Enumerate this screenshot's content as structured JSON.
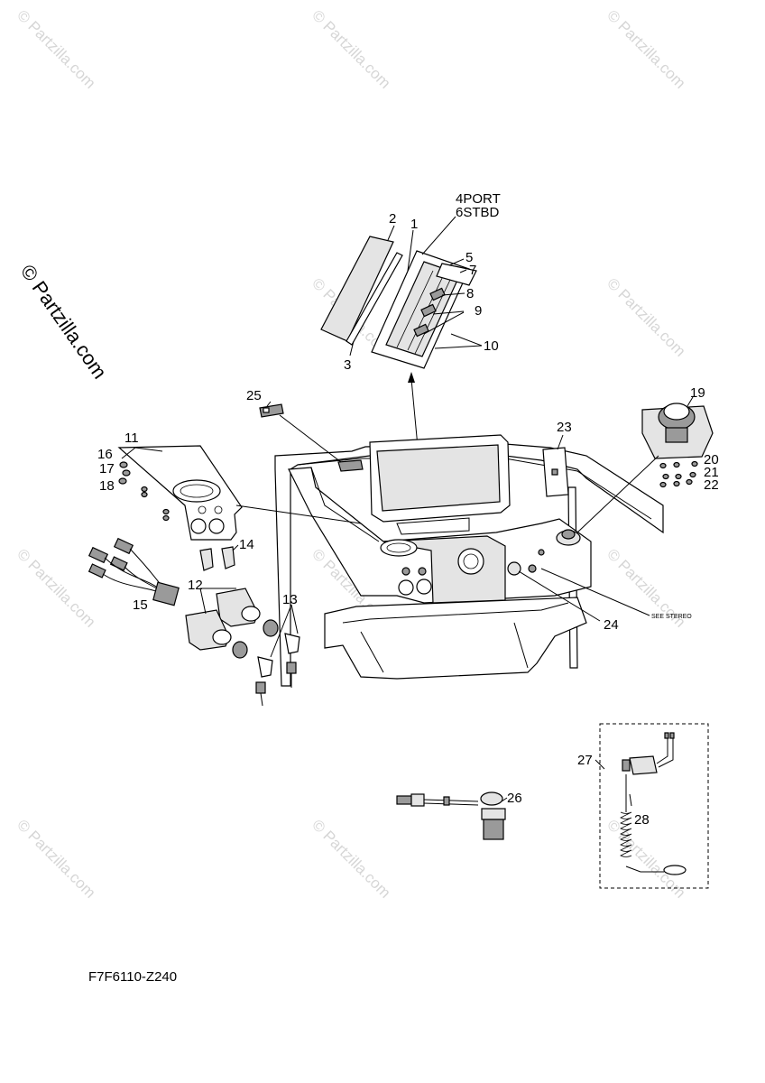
{
  "watermark": {
    "text": "© Partzilla.com"
  },
  "side_watermark": {
    "text": "© Partzilla.com"
  },
  "diagram_code": "F7F6110-Z240",
  "notes": {
    "port_stbd_line1": "4PORT",
    "port_stbd_line2": "6STBD",
    "see_stereo": "SEE STEREO"
  },
  "callouts": {
    "c1": "1",
    "c2": "2",
    "c3": "3",
    "c5": "5",
    "c7": "7",
    "c8": "8",
    "c9": "9",
    "c10": "10",
    "c11": "11",
    "c12": "12",
    "c13": "13",
    "c14": "14",
    "c15": "15",
    "c16": "16",
    "c17": "17",
    "c18": "18",
    "c19": "19",
    "c20": "20",
    "c21": "21",
    "c22": "22",
    "c23": "23",
    "c24": "24",
    "c25": "25",
    "c26": "26",
    "c27": "27",
    "c28": "28"
  }
}
